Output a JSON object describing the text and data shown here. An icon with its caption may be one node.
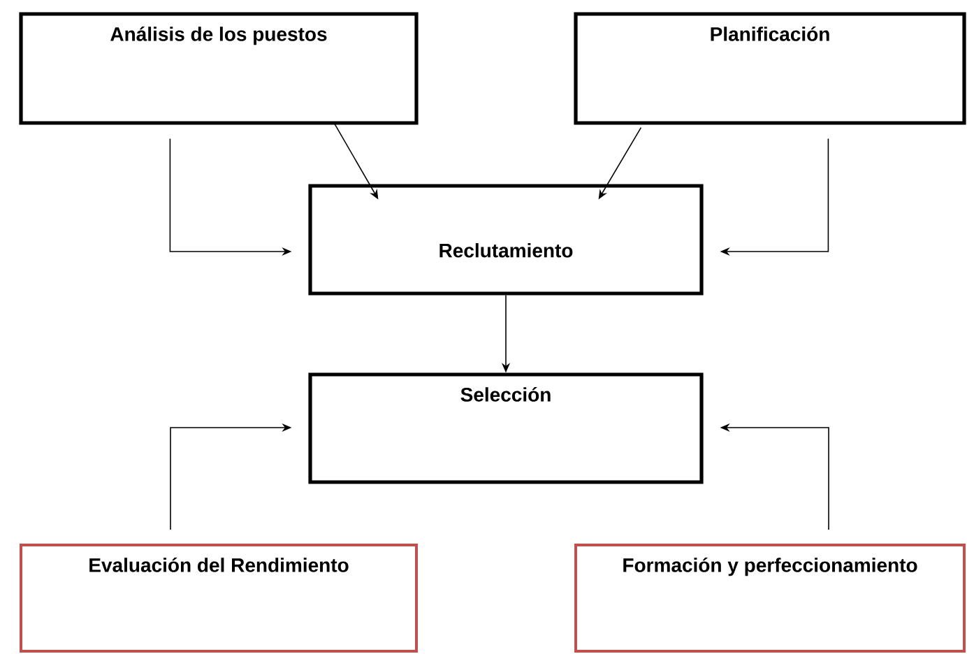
{
  "diagram": {
    "nodes": [
      {
        "text": [
          "Análisis de los puestos"
        ]
      },
      {
        "text": [
          "Planificación"
        ]
      },
      {
        "text": [
          "Reclutamiento"
        ]
      },
      {
        "text": [
          "Selección"
        ]
      },
      {
        "text": [
          "Evaluación del Rendimiento"
        ]
      },
      {
        "text": [
          "Formación y perfeccionamiento"
        ]
      }
    ],
    "edges": [
      {
        "from": 0,
        "to": 2,
        "arrow": "to"
      },
      {
        "from": 0,
        "to": 2,
        "arrow": "to"
      },
      {
        "from": 1,
        "to": 2,
        "arrow": "to"
      },
      {
        "from": 1,
        "to": 2,
        "arrow": "to"
      },
      {
        "from": 2,
        "to": 3,
        "arrow": "to"
      },
      {
        "from": 4,
        "to": 3,
        "arrow": "to"
      },
      {
        "from": 5,
        "to": 3,
        "arrow": "to"
      }
    ]
  }
}
